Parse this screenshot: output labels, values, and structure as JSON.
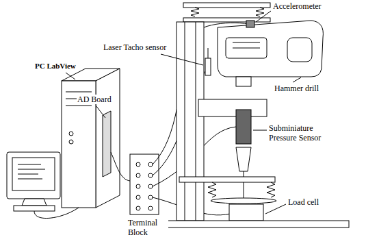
{
  "diagram": {
    "labels": [
      "Accelerometer",
      "Laser Tacho sensor",
      "PC LabView",
      "Hammer drill",
      "AD Board",
      "Subminiature Pressure Sensor",
      "Load cell",
      "Terminal Block"
    ]
  }
}
